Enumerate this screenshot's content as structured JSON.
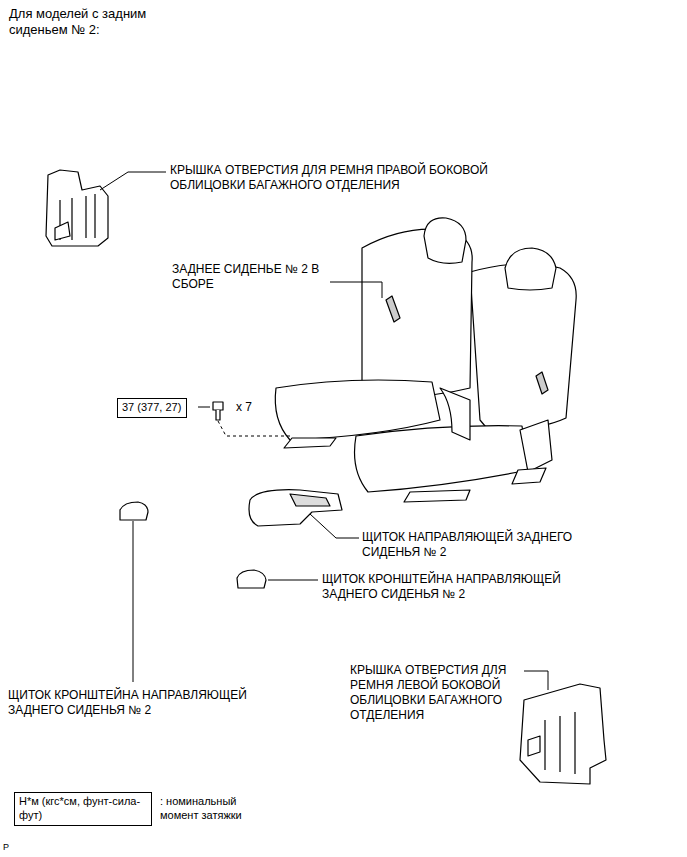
{
  "diagram": {
    "title": "Для моделей с задним сиденьем № 2:",
    "nodes": [
      {
        "text": [
          "37 (377, 27)"
        ]
      },
      {
        "text": [
          "Н*м (кгс*см, фунт-сила-фут)"
        ]
      }
    ],
    "labels": [
      "КРЫШКА ОТВЕРСТИЯ ДЛЯ РЕМНЯ ПРАВОЙ БОКОВОЙ ОБЛИЦОВКИ БАГАЖНОГО ОТДЕЛЕНИЯ",
      "ЗАДНЕЕ СИДЕНЬЕ № 2 В СБОРЕ",
      "x 7",
      "ЩИТОК НАПРАВЛЯЮЩЕЙ ЗАДНЕГО СИДЕНЬЯ № 2",
      "ЩИТОК КРОНШТЕЙНА НАПРАВЛЯЮЩЕЙ ЗАДНЕГО СИДЕНЬЯ № 2",
      "ЩИТОК КРОНШТЕЙНА НАПРАВЛЯЮЩЕЙ ЗАДНЕГО СИДЕНЬЯ № 2",
      "КРЫШКА ОТВЕРСТИЯ ДЛЯ РЕМНЯ ЛЕВОЙ БОКОВОЙ ОБЛИЦОВКИ БАГАЖНОГО ОТДЕЛЕНИЯ",
      ": номинальный момент затяжки",
      "P"
    ]
  }
}
